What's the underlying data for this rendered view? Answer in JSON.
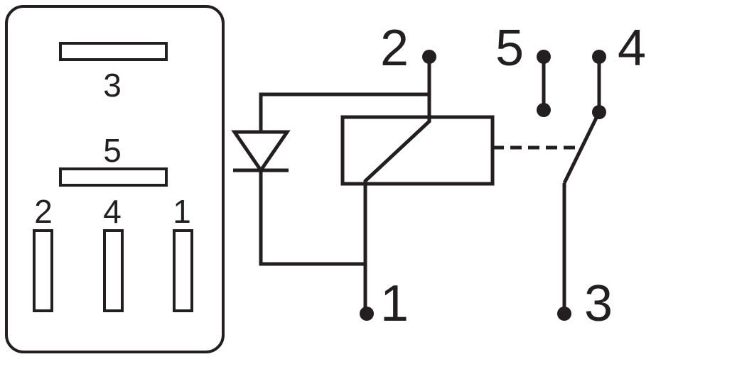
{
  "footprint": {
    "pins": [
      {
        "id": "pin-3",
        "label": "3"
      },
      {
        "id": "pin-5",
        "label": "5"
      },
      {
        "id": "pin-2",
        "label": "2"
      },
      {
        "id": "pin-4",
        "label": "4"
      },
      {
        "id": "pin-1",
        "label": "1"
      }
    ]
  },
  "schematic": {
    "terminals": [
      {
        "id": "terminal-2",
        "label": "2"
      },
      {
        "id": "terminal-5",
        "label": "5"
      },
      {
        "id": "terminal-4",
        "label": "4"
      },
      {
        "id": "terminal-1",
        "label": "1"
      },
      {
        "id": "terminal-3",
        "label": "3"
      }
    ]
  },
  "colors": {
    "ink": "#231f20",
    "background": "#ffffff"
  }
}
